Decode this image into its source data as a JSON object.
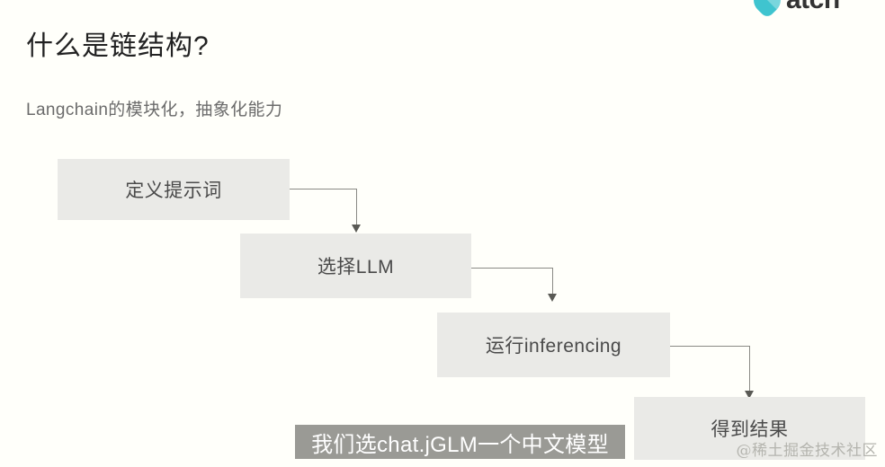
{
  "slide": {
    "background_color": "#fffffa",
    "title": "什么是链结构?",
    "subtitle": "Langchain的模块化，抽象化能力"
  },
  "brand": {
    "wordmark": "atch",
    "mark_icon": "teal-droplet-icon",
    "mark_color": "#3fc4cf",
    "text_color": "#333333"
  },
  "flow": {
    "box_fill": "#eaeae7",
    "box_text_color": "#4a4a4a",
    "connector_color": "#8a8a85",
    "steps": [
      {
        "label": "定义提示词"
      },
      {
        "label": "选择LLM"
      },
      {
        "label": "运行inferencing"
      },
      {
        "label": "得到结果"
      }
    ],
    "connectors": [
      {
        "from": "定义提示词",
        "to": "选择LLM"
      },
      {
        "from": "选择LLM",
        "to": "运行inferencing"
      },
      {
        "from": "运行inferencing",
        "to": "得到结果"
      }
    ]
  },
  "caption": {
    "text": "我们选chat.jGLM一个中文模型",
    "background_color": "#9a9a95",
    "text_color": "#ffffff"
  },
  "watermark": {
    "text": "@稀土掘金技术社区",
    "color": "#b4b4ae"
  }
}
